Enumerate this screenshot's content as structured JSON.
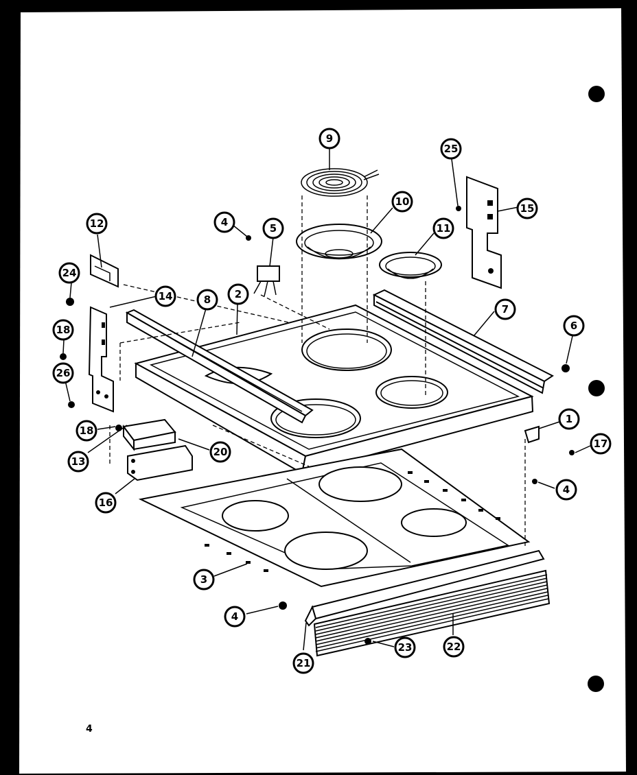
{
  "page": {
    "page_number": "4"
  },
  "diagram": {
    "callouts": [
      {
        "id": "c9",
        "label": "9"
      },
      {
        "id": "c10",
        "label": "10"
      },
      {
        "id": "c11",
        "label": "11"
      },
      {
        "id": "c4a",
        "label": "4"
      },
      {
        "id": "c5",
        "label": "5"
      },
      {
        "id": "c25",
        "label": "25"
      },
      {
        "id": "c15",
        "label": "15"
      },
      {
        "id": "c12",
        "label": "12"
      },
      {
        "id": "c24",
        "label": "24"
      },
      {
        "id": "c14",
        "label": "14"
      },
      {
        "id": "c8",
        "label": "8"
      },
      {
        "id": "c2",
        "label": "2"
      },
      {
        "id": "c7",
        "label": "7"
      },
      {
        "id": "c6",
        "label": "6"
      },
      {
        "id": "c18a",
        "label": "18"
      },
      {
        "id": "c26",
        "label": "26"
      },
      {
        "id": "c18b",
        "label": "18"
      },
      {
        "id": "c13",
        "label": "13"
      },
      {
        "id": "c20",
        "label": "20"
      },
      {
        "id": "c16",
        "label": "16"
      },
      {
        "id": "c1",
        "label": "1"
      },
      {
        "id": "c17",
        "label": "17"
      },
      {
        "id": "c4b",
        "label": "4"
      },
      {
        "id": "c3",
        "label": "3"
      },
      {
        "id": "c4c",
        "label": "4"
      },
      {
        "id": "c21",
        "label": "21"
      },
      {
        "id": "c23",
        "label": "23"
      },
      {
        "id": "c22",
        "label": "22"
      }
    ]
  }
}
